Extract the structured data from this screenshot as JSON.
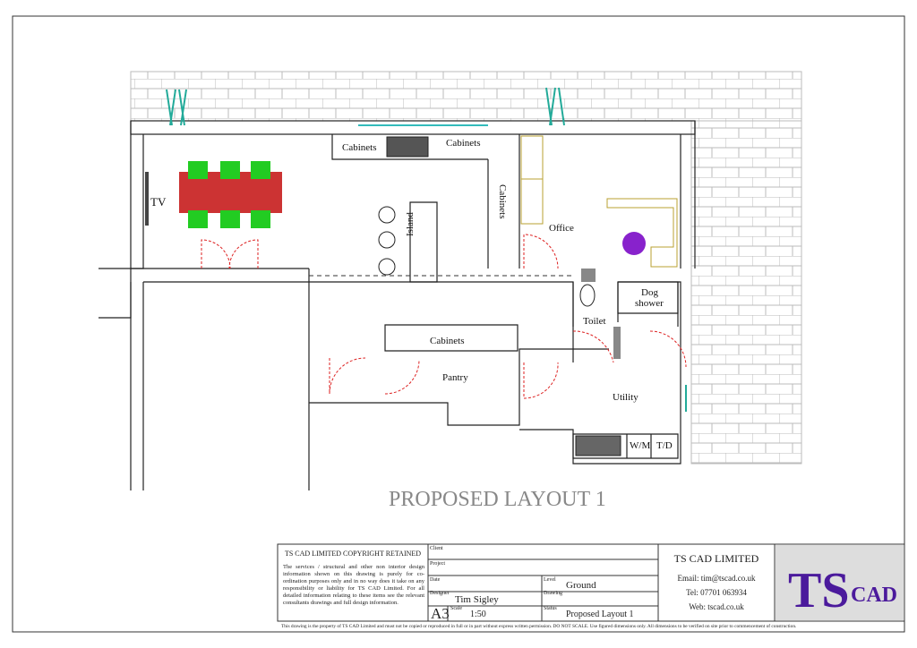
{
  "plan": {
    "title": "PROPOSED LAYOUT 1",
    "rooms": {
      "tv": "TV",
      "cabinets_left": "Cabinets",
      "cabinets_right": "Cabinets",
      "cabinets_vertical": "Cabinets",
      "island": "Island",
      "office": "Office",
      "dog_shower_1": "Dog",
      "dog_shower_2": "shower",
      "toilet": "Toilet",
      "cabinets_pantry": "Cabinets",
      "pantry": "Pantry",
      "utility": "Utility",
      "wm": "W/M",
      "td": "T/D"
    }
  },
  "title_block": {
    "copyright_heading": "TS CAD LIMITED COPYRIGHT RETAINED",
    "copyright_text": "The services / structural and other non interior design information shown on this drawing is purely for co-ordination purposes only and in no way does it take on any responsibility or liability for TS CAD Limited. For all detailed information relating to these items see the relevant consultants drawings and full design information.",
    "client_label": "Client",
    "project_label": "Project",
    "date_label": "Date",
    "level_label": "Level",
    "level_value": "Ground",
    "designer_label": "Designer",
    "designer_value": "Tim Sigley",
    "drawing_label": "Drawing",
    "paper_size": "A3",
    "scale_label": "Scale",
    "scale_value": "1:50",
    "status_label": "Status",
    "status_value": "Proposed Layout 1",
    "company": "TS CAD LIMITED",
    "email": "Email: tim@tscad.co.uk",
    "tel": "Tel: 07701 063934",
    "web": "Web: tscad.co.uk",
    "logo_text_1": "TS",
    "logo_text_2": "CAD",
    "footer": "This drawing is the property of TS CAD Limited and must not be copied or reproduced in full or in part without express written permission. DO NOT SCALE. Use figured dimensions only. All dimensions to be verified on site prior to commencement of construction."
  }
}
